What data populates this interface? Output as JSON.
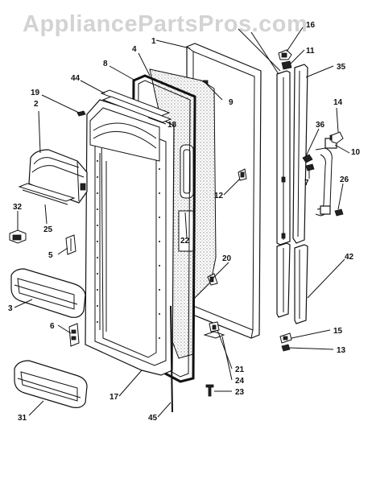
{
  "watermark": "AppliancePartsPros.com",
  "callouts": [
    {
      "id": "c1",
      "text": "1"
    },
    {
      "id": "c4",
      "text": "4"
    },
    {
      "id": "c8",
      "text": "8"
    },
    {
      "id": "c44",
      "text": "44"
    },
    {
      "id": "c19",
      "text": "19"
    },
    {
      "id": "c2",
      "text": "2"
    },
    {
      "id": "c18",
      "text": "18"
    },
    {
      "id": "c9",
      "text": "9"
    },
    {
      "id": "c16",
      "text": "16"
    },
    {
      "id": "c11",
      "text": "11"
    },
    {
      "id": "c35",
      "text": "35"
    },
    {
      "id": "c14",
      "text": "14"
    },
    {
      "id": "c36",
      "text": "36"
    },
    {
      "id": "c10",
      "text": "10"
    },
    {
      "id": "c7",
      "text": "7"
    },
    {
      "id": "c26",
      "text": "26"
    },
    {
      "id": "c12",
      "text": "12"
    },
    {
      "id": "c32",
      "text": "32"
    },
    {
      "id": "c25",
      "text": "25"
    },
    {
      "id": "c22",
      "text": "22"
    },
    {
      "id": "c5",
      "text": "5"
    },
    {
      "id": "c20",
      "text": "20"
    },
    {
      "id": "c42",
      "text": "42"
    },
    {
      "id": "c3",
      "text": "3"
    },
    {
      "id": "c6",
      "text": "6"
    },
    {
      "id": "c15",
      "text": "15"
    },
    {
      "id": "c13",
      "text": "13"
    },
    {
      "id": "c21",
      "text": "21"
    },
    {
      "id": "c24",
      "text": "24"
    },
    {
      "id": "c23",
      "text": "23"
    },
    {
      "id": "c17",
      "text": "17"
    },
    {
      "id": "c31",
      "text": "31"
    },
    {
      "id": "c45",
      "text": "45"
    }
  ]
}
